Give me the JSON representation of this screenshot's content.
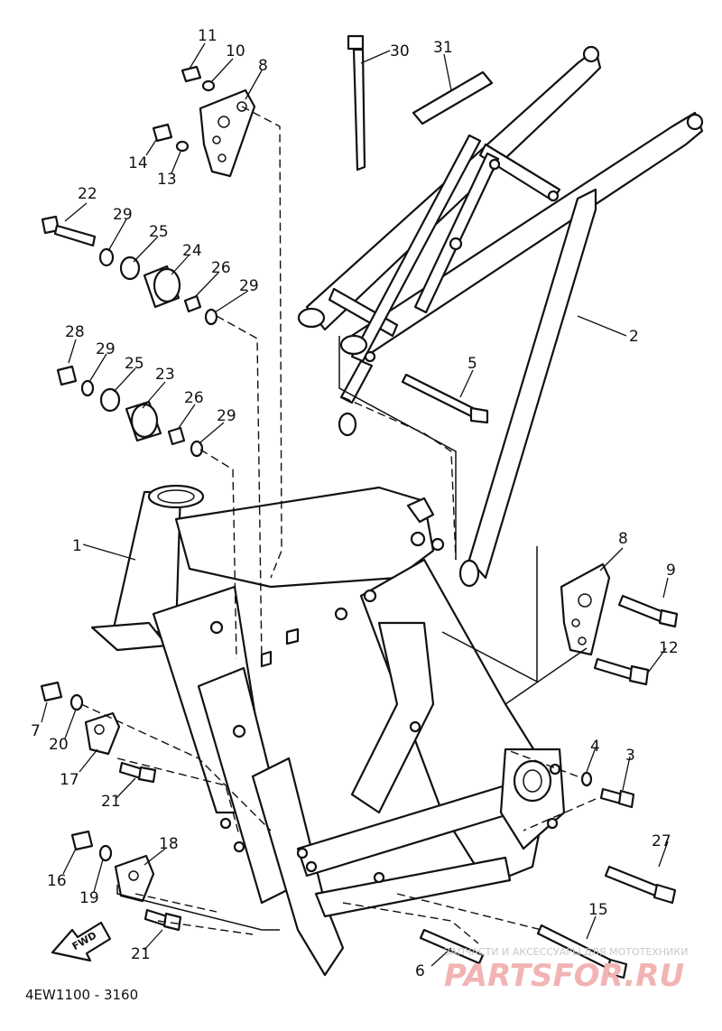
{
  "diagram": {
    "drawing_code": "4EW1100 - 3160",
    "direction_marker": "FWD",
    "watermark": {
      "tagline": "ЗАПЧАСТИ И АКСЕССУАРЫ ДЛЯ МОТОТЕХНИКИ",
      "brand": "PARTSFOR.RU"
    },
    "callouts": {
      "c1": "1",
      "c2": "2",
      "c3": "3",
      "c4": "4",
      "c5": "5",
      "c6": "6",
      "c7": "7",
      "c8a": "8",
      "c8b": "8",
      "c9": "9",
      "c10": "10",
      "c11": "11",
      "c12": "12",
      "c13": "13",
      "c14": "14",
      "c15": "15",
      "c16": "16",
      "c17": "17",
      "c18": "18",
      "c19": "19",
      "c20": "20",
      "c21a": "21",
      "c21b": "21",
      "c22": "22",
      "c23": "23",
      "c24": "24",
      "c25a": "25",
      "c25b": "25",
      "c26a": "26",
      "c26b": "26",
      "c27": "27",
      "c28": "28",
      "c29a": "29",
      "c29b": "29",
      "c29c": "29",
      "c29d": "29",
      "c30": "30",
      "c31": "31"
    }
  }
}
